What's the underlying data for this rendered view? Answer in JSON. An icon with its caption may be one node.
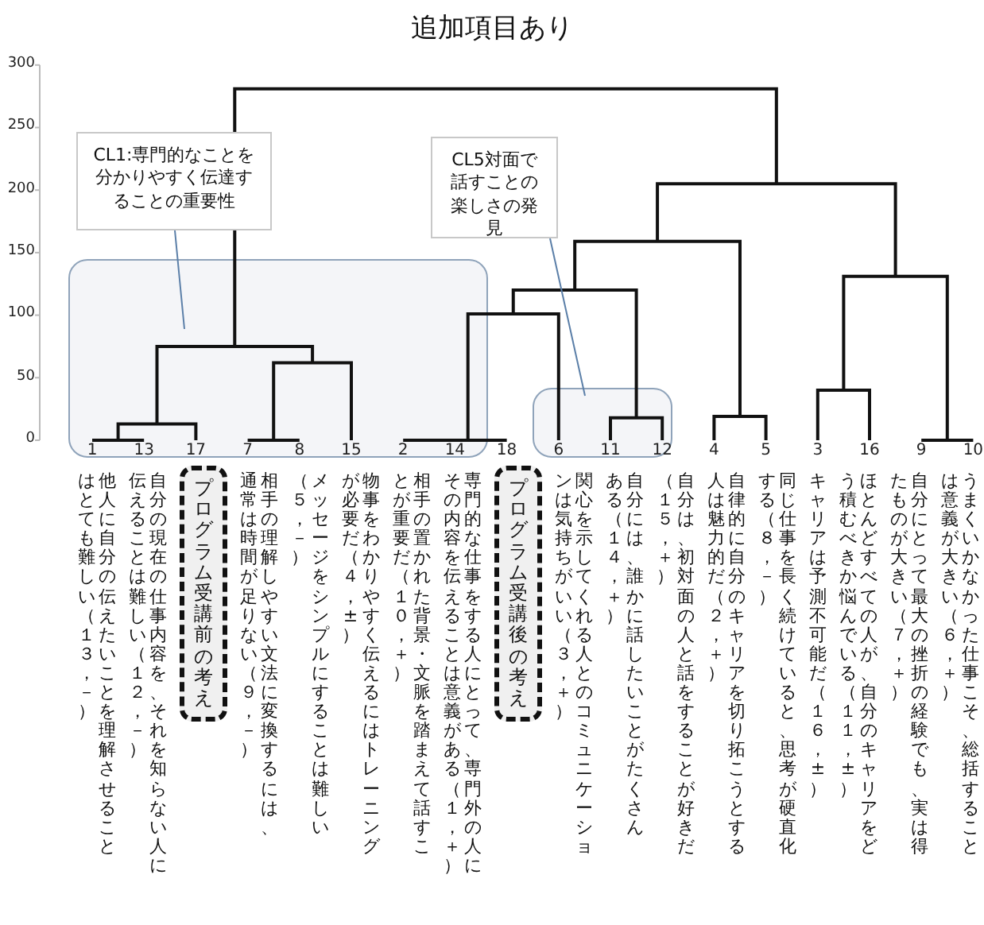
{
  "diagram": {
    "title": "追加項目あり",
    "nodes": [
      {
        "text": [
          "CL1:専門的なことを分かりやすく伝達することの重要性"
        ]
      },
      {
        "text": [
          "CL5対面で話すことの楽しさの発見"
        ]
      },
      {
        "text": [],
        "shape": "box"
      },
      {
        "text": [],
        "shape": "box"
      },
      {
        "text": [
          "プログラム受講後の考え"
        ]
      },
      {
        "text": [
          "プログラム受講前の考え"
        ]
      }
    ],
    "edges": [
      {
        "from": 0,
        "to": 2,
        "arrow": "none"
      },
      {
        "from": 1,
        "to": 3,
        "arrow": "none"
      }
    ],
    "labels": [
      "300",
      "250",
      "200",
      "150",
      "100",
      "50",
      "0",
      "1",
      "13",
      "17",
      "7",
      "8",
      "15",
      "2",
      "14",
      "18",
      "6",
      "11",
      "12",
      "4",
      "5",
      "3",
      "16",
      "9",
      "10",
      "うまくいかなかった仕事こそ、総括すること",
      "は意義が大きい（６，＋）",
      "自分にとって最大の挫折の経験でも、実は得",
      "たものが大きい（７，＋）",
      "ほとんどすべての人が、自分のキャリアをど",
      "う積むべきか悩んでいる（１１，±）",
      "キャリアは予測不可能だ（１６，±）",
      "同じ仕事を長く続けていると、思考が硬直化",
      "する（８，－）",
      "自律的に自分のキャリアを切り拓こうとする",
      "人は魅力的だ（２，＋）",
      "自分は、初対面の人と話をすることが好きだ",
      "（１５，＋）",
      "自分には、誰かに話したいことがたくさん",
      "ある（１４，＋）",
      "関心を示してくれる人とのコミュニケーショ",
      "ンは気持ちがいい（３，＋）",
      "専門的な仕事をする人にとって、専門外の人に",
      "その内容を伝えることは意義がある（１，＋）",
      "相手の置かれた背景・文脈を踏まえて話すこ",
      "とが重要だ（１０，＋）",
      "物事をわかりやすく伝えるにはトレーニング",
      "が必要だ（４，±）",
      "メッセージをシンプルにすることは難しい",
      "（５，－）",
      "相手の理解しやすい文法に変換するには、",
      "通常は時間が足りない（９，－）",
      "自分の現在の仕事内容を、それを知らない人に",
      "伝えることは難しい（１２，－）",
      "他人に自分の伝えたいことを理解させること",
      "はとても難しい（１３，－）"
    ]
  }
}
